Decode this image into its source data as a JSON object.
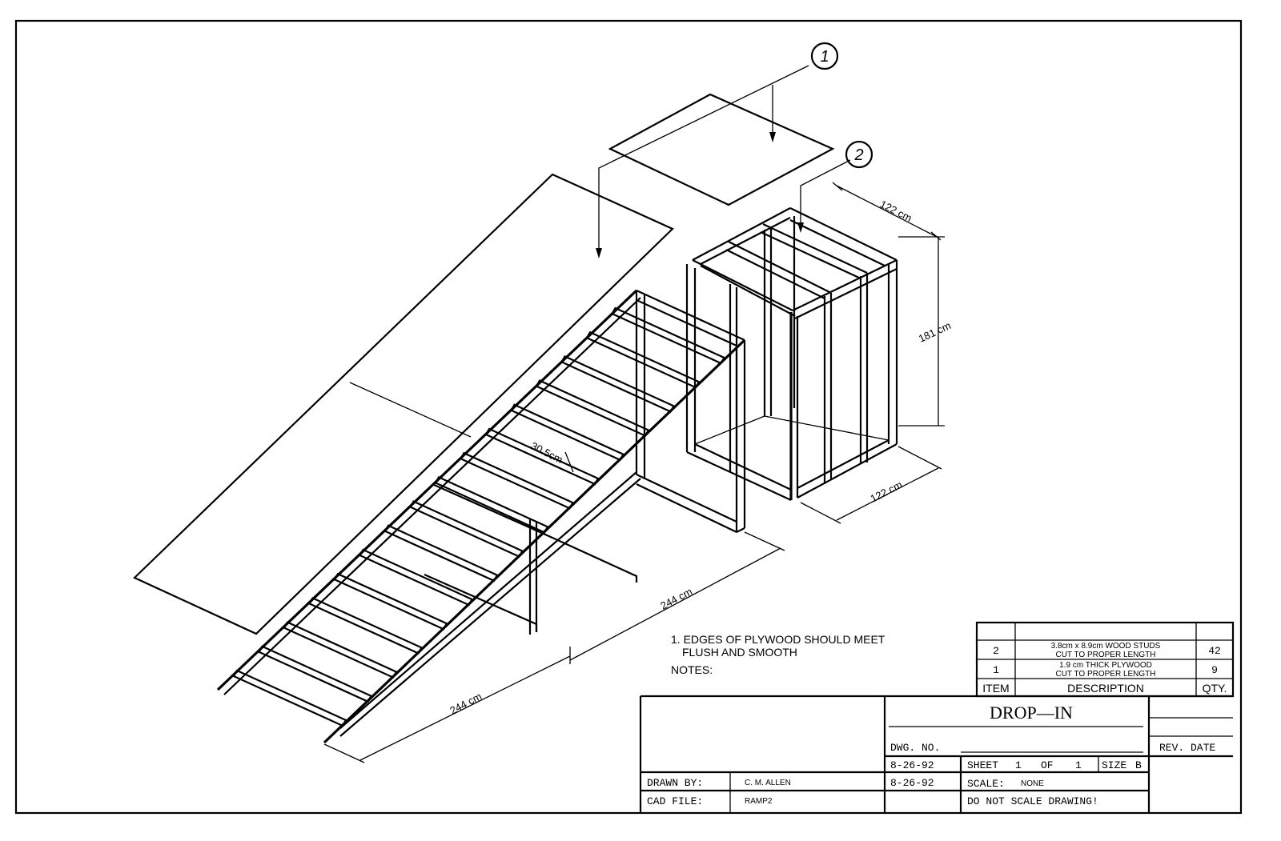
{
  "balloons": [
    "1",
    "2"
  ],
  "dimensions": {
    "top_depth": "122 cm",
    "height": "181 cm",
    "bottom_width": "122 cm",
    "stair_spacing": "30.5cm",
    "run_upper": "244 cm",
    "run_lower": "244 cm"
  },
  "notes": {
    "heading": "NOTES:",
    "line1": "1. EDGES OF PLYWOOD SHOULD MEET",
    "line2": "FLUSH AND SMOOTH"
  },
  "bom": {
    "header": {
      "item": "ITEM",
      "description": "DESCRIPTION",
      "qty": "QTY."
    },
    "rows": [
      {
        "item": "2",
        "desc1": "3.8cm x 8.9cm WOOD STUDS",
        "desc2": "CUT TO PROPER LENGTH",
        "qty": "42"
      },
      {
        "item": "1",
        "desc1": "1.9 cm THICK PLYWOOD",
        "desc2": "CUT TO PROPER LENGTH",
        "qty": "9"
      }
    ]
  },
  "title_block": {
    "title": "DROP—IN",
    "dwg_no_label": "DWG. NO.",
    "rev_date_label": "REV. DATE",
    "date1": "8-26-92",
    "date2": "8-26-92",
    "sheet_label": "SHEET",
    "sheet_num": "1",
    "of_label": "OF",
    "sheet_total": "1",
    "size_label": "SIZE",
    "size_val": "B",
    "scale_label": "SCALE:",
    "scale_val": "NONE",
    "do_not_scale": "DO NOT SCALE DRAWING!",
    "drawn_by_label": "DRAWN BY:",
    "drawn_by": "C. M. ALLEN",
    "cad_file_label": "CAD FILE:",
    "cad_file": "RAMP2"
  }
}
